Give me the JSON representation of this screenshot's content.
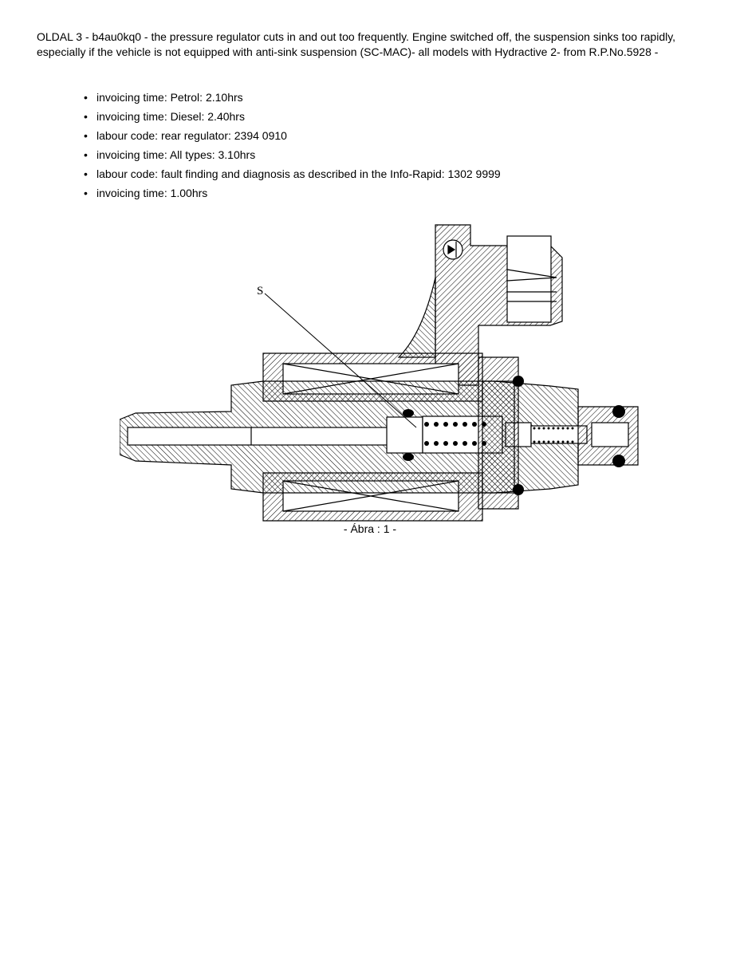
{
  "intro": "OLDAL 3 - b4au0kq0 - the pressure regulator cuts in and out too frequently. Engine switched off, the suspension sinks too rapidly, especially if the vehicle is not equipped with anti-sink suspension (SC-MAC)- all models with Hydractive 2- from R.P.No.5928 -",
  "items": [
    "invoicing time: Petrol: 2.10hrs",
    "invoicing time: Diesel: 2.40hrs",
    "labour code: rear regulator: 2394 0910",
    "invoicing time: All types: 3.10hrs",
    "labour code: fault finding and diagnosis as described in the Info-Rapid: 1302 9999",
    "invoicing time: 1.00hrs"
  ],
  "figure": {
    "label_s": "S",
    "caption": "- Ábra : 1 -"
  }
}
